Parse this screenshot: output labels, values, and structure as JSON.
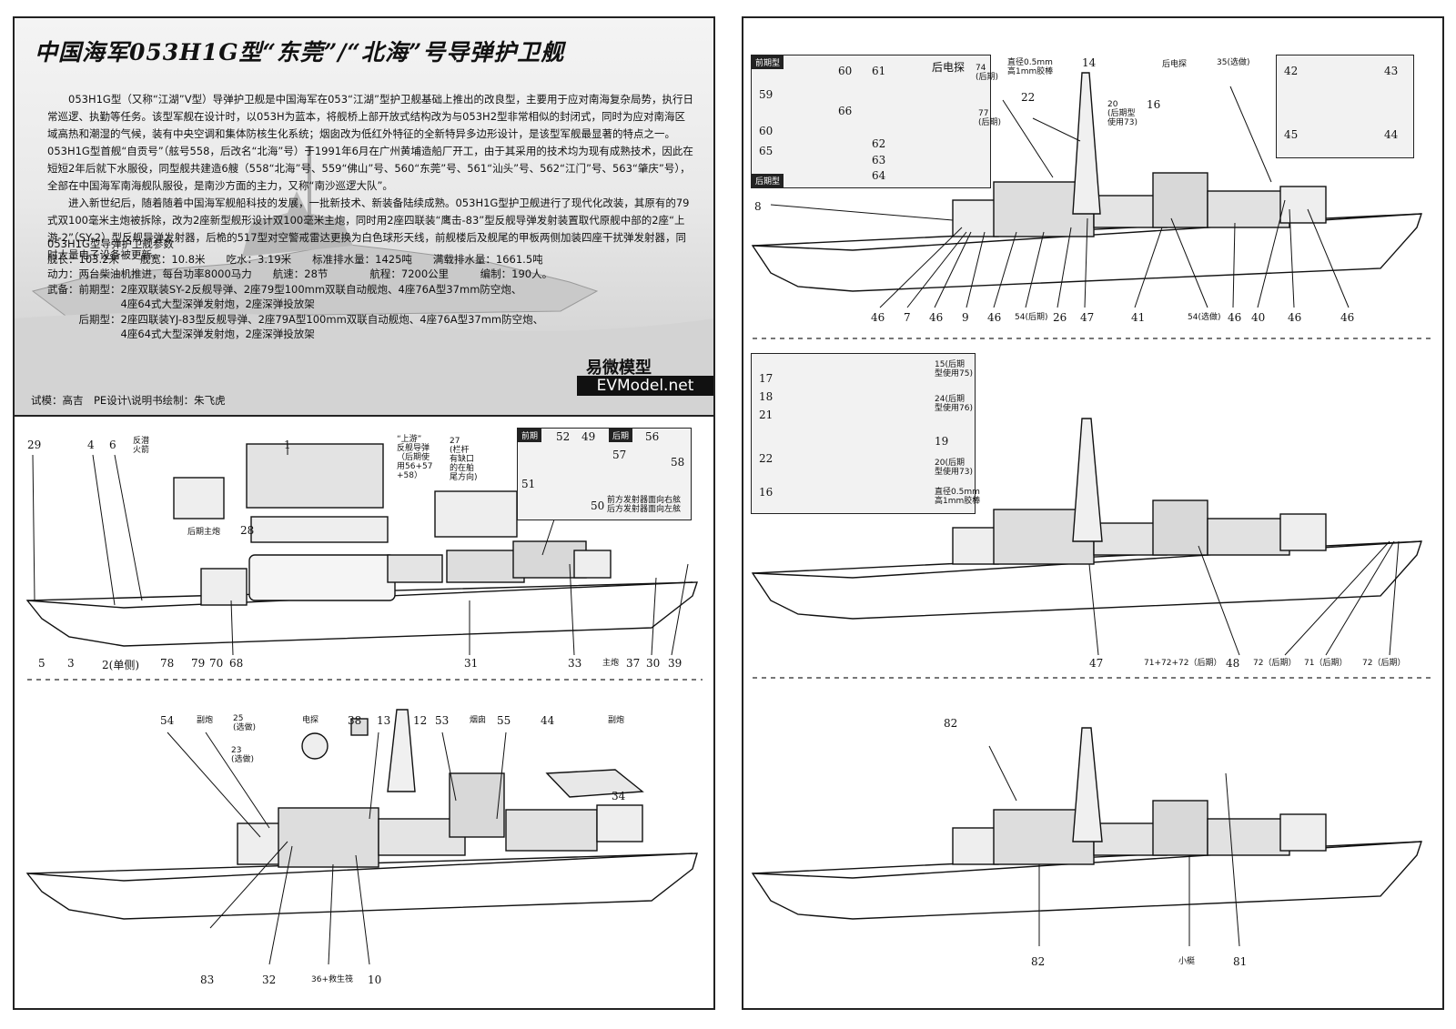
{
  "left_page": {
    "title": "中国海军053H1G型“东莞”/“北海”号导弹护卫舰",
    "intro_1": "053H1G型（又称“江湖”V型）导弹护卫舰是中国海军在053“江湖”型护卫舰基础上推出的改良型，主要用于应对南海复杂局势，执行日常巡逻、执勤等任务。该型军舰在设计时，以053H为蓝本，将舰桥上部开放式结构改为与053H2型非常相似的封闭式，同时为应对南海区域高热和潮湿的气候，装有中央空调和集体防核生化系统；烟囱改为低红外特征的全新特异多边形设计，是该型军舰最显著的特点之一。053H1G型首舰“自贡号”（舷号558，后改名“北海”号）于1991年6月在广州黄埔造船厂开工，由于其采用的技术均为现有成熟技术，因此在短短2年后就下水服役，同型舰共建造6艘（558“北海”号、559“佛山”号、560“东莞”号、561“汕头”号、562“江门”号、563“肇庆”号），全部在中国海军南海舰队服役，是南沙方面的主力，又称“南沙巡逻大队”。",
    "intro_2": "进入新世纪后，随着随着中国海军舰船科技的发展，一批新技术、新装备陆续成熟。053H1G型护卫舰进行了现代化改装，其原有的79式双100毫米主炮被拆除，改为2座新型舰形设计双100毫米主炮，同时用2座四联装“鹰击-83”型反舰导弹发射装置取代原舰中部的2座“上游-2”（SY-2）型反舰导弹发射器，后桅的517型对空警戒雷达更换为白色球形天线，前舰楼后及舰尾的甲板两侧加装四座干扰弹发射器，同时大量电子设备被更新。",
    "spec_heading": "053H1G型导弹护卫舰参数",
    "spec_1": "舰长：103.2米　　舰宽：10.8米　　吃水：3.19米　　标准排水量：1425吨　　满载排水量：1661.5吨",
    "spec_2": "动力：两台柴油机推进，每台功率8000马力　　航速：28节　　　　航程：7200公里　　　编制：190人。",
    "spec_3": "武备：前期型：2座双联装SY-2反舰导弹、2座79型100mm双联自动舰炮、4座76A型37mm防空炮、",
    "spec_4": "　　　　　　　4座64式大型深弹发射炮，2座深弹投放架",
    "spec_5": "　　　后期型：2座四联装YJ-83型反舰导弹、2座79A型100mm双联自动舰炮、4座76A型37mm防空炮、",
    "spec_6": "　　　　　　　4座64式大型深弹发射炮，2座深弹投放架",
    "brand": "易微模型",
    "site": "EVModel.net",
    "credit": "试模：高吉　PE设计\\说明书绘制：朱飞虎",
    "step1": {
      "labels": [
        "29",
        "4",
        "6",
        "反潜\n火箭",
        "1",
        "“上游”\n反舰导弹\n（后期使\n用56+57\n+58）",
        "27\n(栏杆\n有缺口\n的在舶\n尾方向)",
        "28",
        "后期主炮",
        "5",
        "3",
        "2(单侧)",
        "78",
        "79",
        "70",
        "68",
        "31",
        "33",
        "主炮",
        "37",
        "30",
        "39"
      ],
      "inset_early_tag": "前期",
      "inset_late_tag": "后期",
      "inset_labels": [
        "52",
        "49",
        "51",
        "50",
        "56",
        "57",
        "58"
      ],
      "inset_note": "前方发射器面向右舷\n后方发射器面向左舷"
    },
    "step2": {
      "labels": [
        "54",
        "副炮",
        "25\n(选做)",
        "23\n(选做)",
        "电探",
        "38",
        "13",
        "12",
        "53",
        "烟囱",
        "55",
        "44",
        "副炮",
        "34",
        "83",
        "32",
        "36+救生筏",
        "10"
      ]
    }
  },
  "right_page": {
    "step3": {
      "inset_early_tag": "前期型",
      "inset_late_tag": "后期型",
      "inset_title": "后电探",
      "inset_labels": [
        "60",
        "59",
        "66",
        "60",
        "65",
        "61",
        "62",
        "63",
        "64"
      ],
      "labels": [
        "74\n(后期)",
        "直径0.5mm\n高1mm胶棒",
        "14",
        "后电探",
        "35(选做)",
        "42",
        "43",
        "45",
        "44",
        "22",
        "20\n(后期型\n使用73)",
        "16",
        "77\n(后期)",
        "8",
        "46",
        "7",
        "46",
        "9",
        "46",
        "54(后期)",
        "26",
        "47",
        "41",
        "54(选做)",
        "46",
        "40",
        "46",
        "46"
      ]
    },
    "step4": {
      "inset_labels": [
        "17",
        "18",
        "21",
        "22",
        "16",
        "15(后期\n型使用75)",
        "24(后期\n型使用76)",
        "19",
        "20(后期\n型使用73)",
        "直径0.5mm\n高1mm胶棒"
      ],
      "labels": [
        "47",
        "71+72+72（后期）",
        "48",
        "72（后期）",
        "71（后期）",
        "72（后期）"
      ]
    },
    "step5": {
      "labels": [
        "82",
        "82",
        "小艇",
        "81"
      ]
    }
  },
  "colors": {
    "ink": "#111111",
    "panel_border": "#222222",
    "header_bg": "#e6e6e6"
  }
}
